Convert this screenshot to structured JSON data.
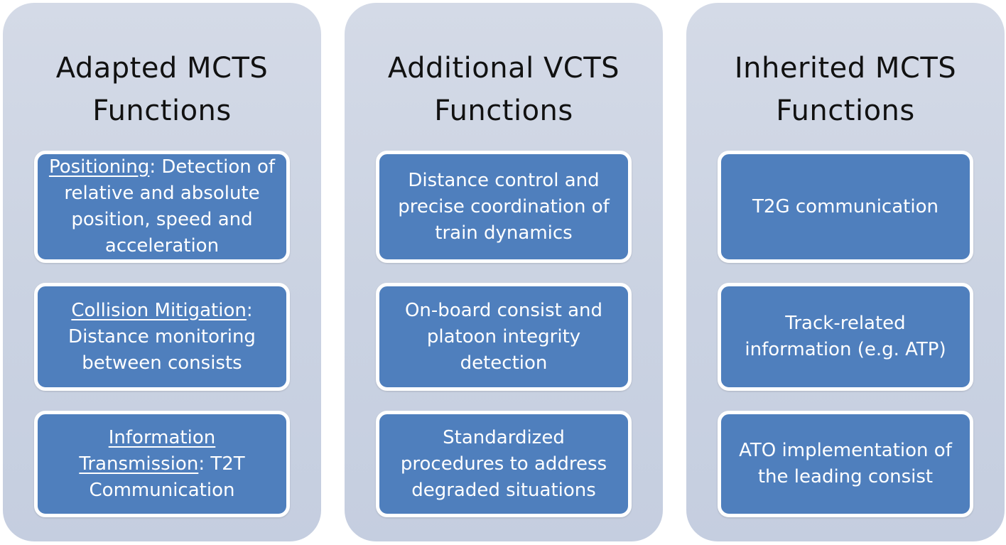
{
  "columns": [
    {
      "title_line1": "Adapted MCTS",
      "title_line2": "Functions",
      "boxes": [
        {
          "underlined": "Positioning",
          "rest": ": Detection of relative and absolute position, speed and acceleration"
        },
        {
          "underlined": "Collision Mitigation",
          "rest": ": Distance monitoring between consists"
        },
        {
          "underlined": "Information Transmission",
          "rest": ": T2T Communication"
        }
      ]
    },
    {
      "title_line1": "Additional VCTS",
      "title_line2": "Functions",
      "boxes": [
        {
          "text": "Distance control and precise coordination of train dynamics"
        },
        {
          "text": "On-board consist and platoon integrity detection"
        },
        {
          "text": "Standardized procedures to address degraded situations"
        }
      ]
    },
    {
      "title_line1": "Inherited MCTS",
      "title_line2": "Functions",
      "boxes": [
        {
          "text": "T2G communication"
        },
        {
          "text": "Track-related information (e.g. ATP)"
        },
        {
          "text": "ATO implementation of the leading consist"
        }
      ]
    }
  ],
  "colors": {
    "panel": "#cbd3e2",
    "box": "#4f7fbd",
    "box_border": "#ffffff",
    "title_text": "#111111",
    "box_text": "#ffffff"
  }
}
